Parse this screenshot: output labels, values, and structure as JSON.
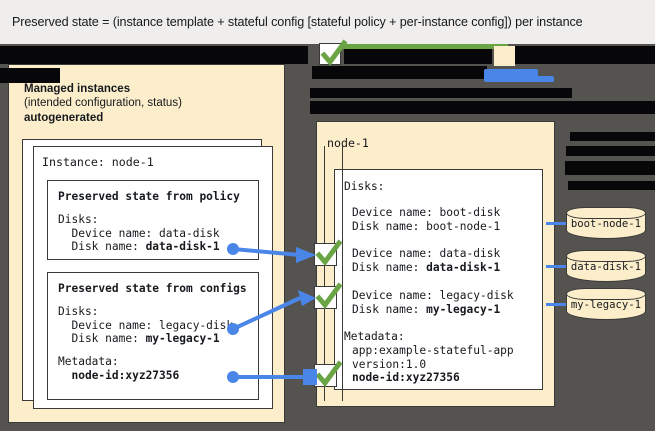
{
  "caption": {
    "text": "Preserved state = (instance template + stateful config [stateful policy + per-instance config]) per instance"
  },
  "left_panel": {
    "title": "Managed instances",
    "subtitle": "(intended configuration, status)",
    "subtitle2": "autogenerated",
    "instance_label": "Instance: node-1",
    "policy_box": {
      "heading": "Preserved state from policy",
      "body": "Disks:\n  Device name: data-disk\n  Disk name: ",
      "body_bold": "data-disk-1"
    },
    "configs_box": {
      "heading": "Preserved state from configs",
      "disks_label": "Disks:",
      "disks_device": "  Device name: legacy-disk",
      "disks_name_prefix": "  Disk name: ",
      "disks_name_bold": "my-legacy-1",
      "metadata_label": "Metadata:",
      "metadata_value": "node-id:xyz27356"
    }
  },
  "right_panel": {
    "title": "node-1",
    "disks_label": "Disks:",
    "boot": {
      "device": "Device name: boot-disk",
      "disk": "Disk name: boot-node-1"
    },
    "data": {
      "device": "Device name: data-disk",
      "disk_prefix": "Disk name: ",
      "disk_bold": "data-disk-1"
    },
    "legacy": {
      "device": "Device name: legacy-disk",
      "disk_prefix": "Disk name: ",
      "disk_bold": "my-legacy-1"
    },
    "metadata_label": "Metadata:",
    "metadata_app": "app:example-stateful-app",
    "metadata_version": "version:1.0",
    "metadata_nodeid": "node-id:xyz27356"
  },
  "disks": [
    {
      "label": "boot-node-1"
    },
    {
      "label": "data-disk-1"
    },
    {
      "label": "my-legacy-1"
    }
  ],
  "icons": {
    "check": "green-check-icon",
    "arrow": "blue-arrow-icon"
  },
  "colors": {
    "cream": "#fceecb",
    "slide_background": "#555350",
    "caption_background": "#efeeec",
    "check_green": "#6aa445",
    "connector_blue": "#4a86e8",
    "outline": "#3a3a38",
    "text": "#16191d"
  }
}
